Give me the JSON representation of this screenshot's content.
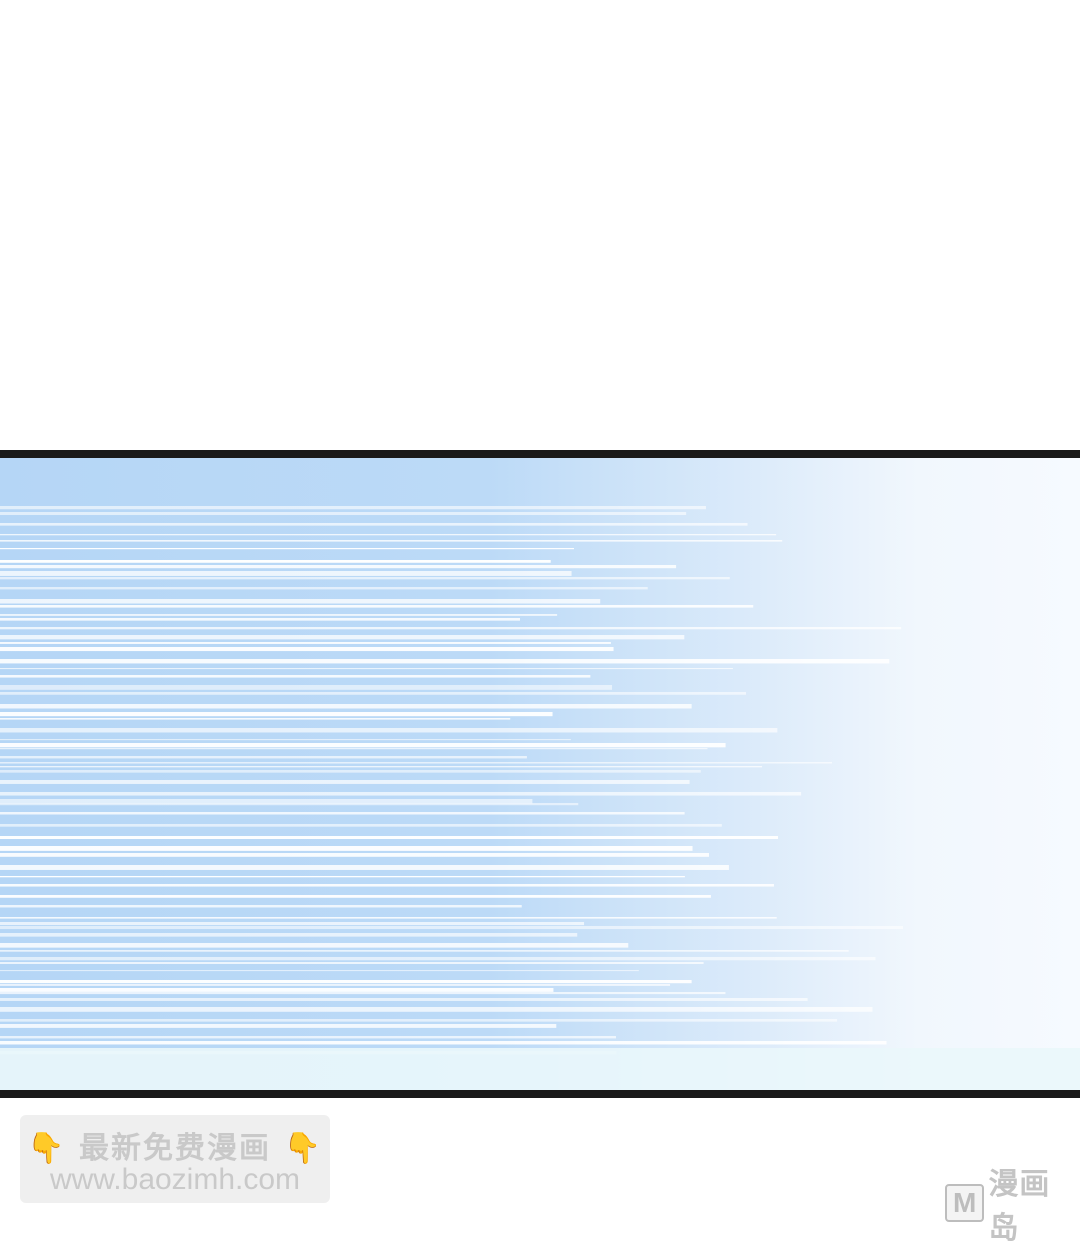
{
  "promo": {
    "hand_left": "👇",
    "title": "最新免费漫画",
    "hand_right": "👇",
    "url": "www.baozimh.com"
  },
  "watermark": {
    "logo_letter": "M",
    "text": "漫画岛"
  },
  "colors": {
    "panel_border": "#1a1a1a",
    "speed_blue": "#b5d6f6",
    "speed_light": "#f6faff"
  }
}
